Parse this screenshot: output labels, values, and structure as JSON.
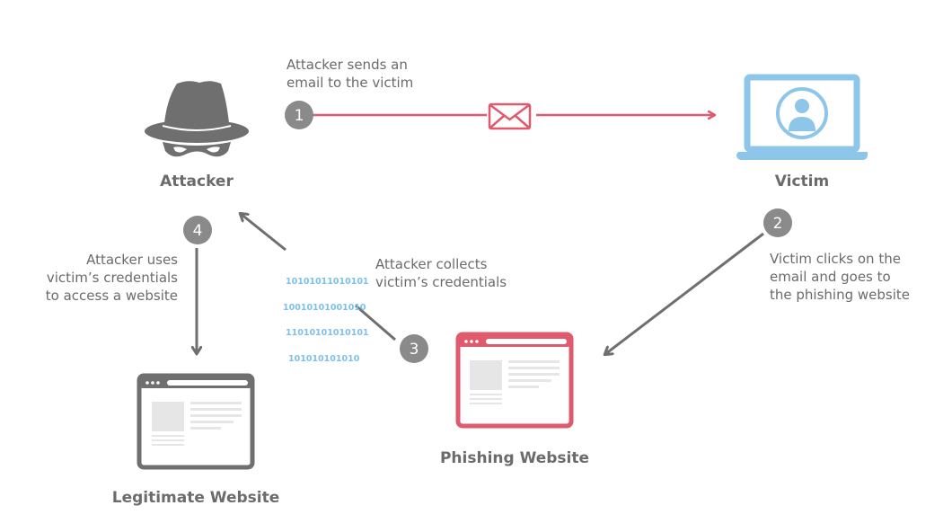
{
  "colors": {
    "gray": "#6f6f6f",
    "badge": "#8a8a8a",
    "red": "#e05a6e",
    "blue": "#8dc6e8",
    "text": "#6b6b6b",
    "placeholder": "#e6e6e6"
  },
  "nodes": {
    "attacker": {
      "label": "Attacker",
      "icon": "spy-hat-mask-icon"
    },
    "victim": {
      "label": "Victim",
      "icon": "laptop-user-icon"
    },
    "phishing": {
      "label": "Phishing Website",
      "icon": "browser-window-icon"
    },
    "legitimate": {
      "label": "Legitimate Website",
      "icon": "browser-window-icon"
    }
  },
  "steps": [
    {
      "number": "1",
      "text": "Attacker sends an\nemail to the victim"
    },
    {
      "number": "2",
      "text": "Victim clicks on the\nemail and goes to\nthe phishing website"
    },
    {
      "number": "3",
      "text": "Attacker collects\nvictim’s credentials"
    },
    {
      "number": "4",
      "text": "Attacker uses\nvictim’s credentials\nto access a website"
    }
  ],
  "binary": {
    "lines": [
      "10101011010101",
      "10010101001010",
      "11010101010101",
      "101010101010"
    ]
  },
  "email_icon": "envelope-icon"
}
